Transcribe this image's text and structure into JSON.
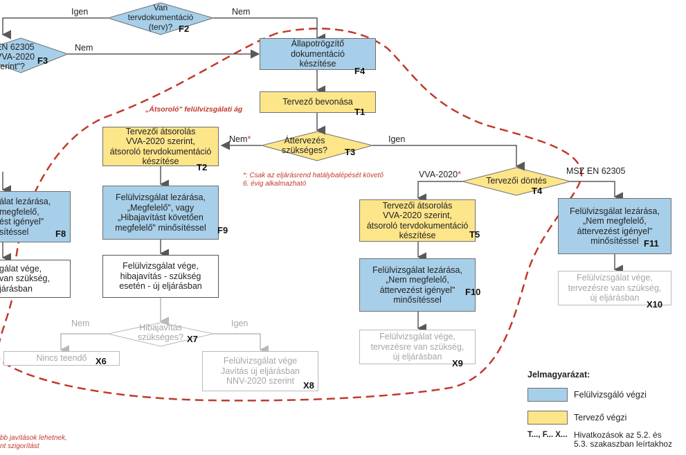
{
  "diagram": {
    "decisions": {
      "f2": {
        "lines": [
          "Van",
          "tervdokumentáció",
          "(terv)?"
        ],
        "code": "F2"
      },
      "f3": {
        "lines": [
          "EN 62305",
          "VVA-2020",
          "zerint\"?"
        ],
        "code": "F3"
      },
      "t3": {
        "lines": [
          "Áttervezés",
          "szükséges?"
        ],
        "code": "T3"
      },
      "t4": {
        "lines": [
          "Tervezői döntés"
        ],
        "code": "T4"
      },
      "x7": {
        "lines": [
          "Hibajavítás",
          "szükséges?"
        ],
        "code": "X7"
      }
    },
    "edge_labels": {
      "f2_yes": "Igen",
      "f2_no": "Nem",
      "f3_no": "Nem",
      "t3_no": "Nem",
      "t3_no_star": "*",
      "t3_yes": "Igen",
      "t4_left": "VVA-2020",
      "t4_left_star": "*",
      "t4_right": "MSZ EN 62305",
      "x7_no": "Nem",
      "x7_yes": "Igen"
    },
    "boxes": {
      "f4": {
        "lines": [
          "Állapotrögzítő dokumentáció",
          "készítése"
        ],
        "code": "F4"
      },
      "t1": {
        "lines": [
          "Tervező bevonása"
        ],
        "code": "T1"
      },
      "t2": {
        "lines": [
          "Tervezői átsorolás",
          "VVA-2020 szerint,",
          "átsoroló tervdokumentáció",
          "készítése"
        ],
        "code": "T2"
      },
      "f9": {
        "lines": [
          "Felülvizsgálat lezárása,",
          "„Megfelelő\", vagy",
          "„Hibajavítást követően",
          "megfelelő\" minősítéssel"
        ],
        "code": "F9"
      },
      "white1": {
        "lines": [
          "Felülvizsgálat vége,",
          "hibajavítás - szükség",
          "esetén - új eljárásban"
        ]
      },
      "f8": {
        "lines": [
          "álat lezárása,",
          "megfelelő,",
          "ést igényel\"",
          "sítéssel"
        ],
        "code": "F8"
      },
      "white_left": {
        "lines": [
          "gálat vége,",
          "van szükség,",
          "járásban"
        ]
      },
      "t5": {
        "lines": [
          "Tervezői átsorolás",
          "VVA-2020 szerint,",
          "átsoroló tervdokumentáció",
          "készítése"
        ],
        "code": "T5"
      },
      "f10": {
        "lines": [
          "Felülvizsgálat lezárása,",
          "„Nem megfelelő,",
          "áttervezést igényel\"",
          "minősítéssel"
        ],
        "code": "F10"
      },
      "f11": {
        "lines": [
          "Felülvizsgálat lezárása,",
          "„Nem megfelelő,",
          "áttervezést igényel\"",
          "minősítéssel"
        ],
        "code": "F11"
      },
      "x9": {
        "lines": [
          "Felülvizsgálat vége,",
          "tervezésre van szükség,",
          "új eljárásban"
        ],
        "code": "X9"
      },
      "x10": {
        "lines": [
          "Felülvizsgálat vége,",
          "tervezésre van szükség,",
          "új eljárásban"
        ],
        "code": "X10"
      },
      "x6": {
        "lines": [
          "Nincs teendő"
        ],
        "code": "X6"
      },
      "x8": {
        "lines": [
          "Felülvizsgálat vége",
          "Javítás új eljárásban",
          "NNV-2020 szerint"
        ],
        "code": "X8"
      }
    },
    "annotations": {
      "branch_label": "„Átsoroló\" felülvizsgálati ág",
      "footnote_line1": "*: Csak az eljárásrend hatálybalépését követő",
      "footnote_line2": "6. évig alkalmazható",
      "bottom_left_line1": "bb javítások lehetnek,",
      "bottom_left_line2": "nt szigorítást"
    },
    "legend": {
      "title": "Jelmagyarázat:",
      "blue_label": "Felülvizsgáló végzi",
      "yellow_label": "Tervező végzi",
      "refs_key": "T..., F... X...",
      "refs_line1": "Hivatkozások az 5.2. és",
      "refs_line2": "5.3. szakaszban leírtakhoz"
    },
    "colors": {
      "blue": "#a7cfe9",
      "yellow": "#fde58a",
      "dash_red": "#c0392b",
      "arrow": "#595959",
      "ghost": "#b9b9b9"
    }
  }
}
